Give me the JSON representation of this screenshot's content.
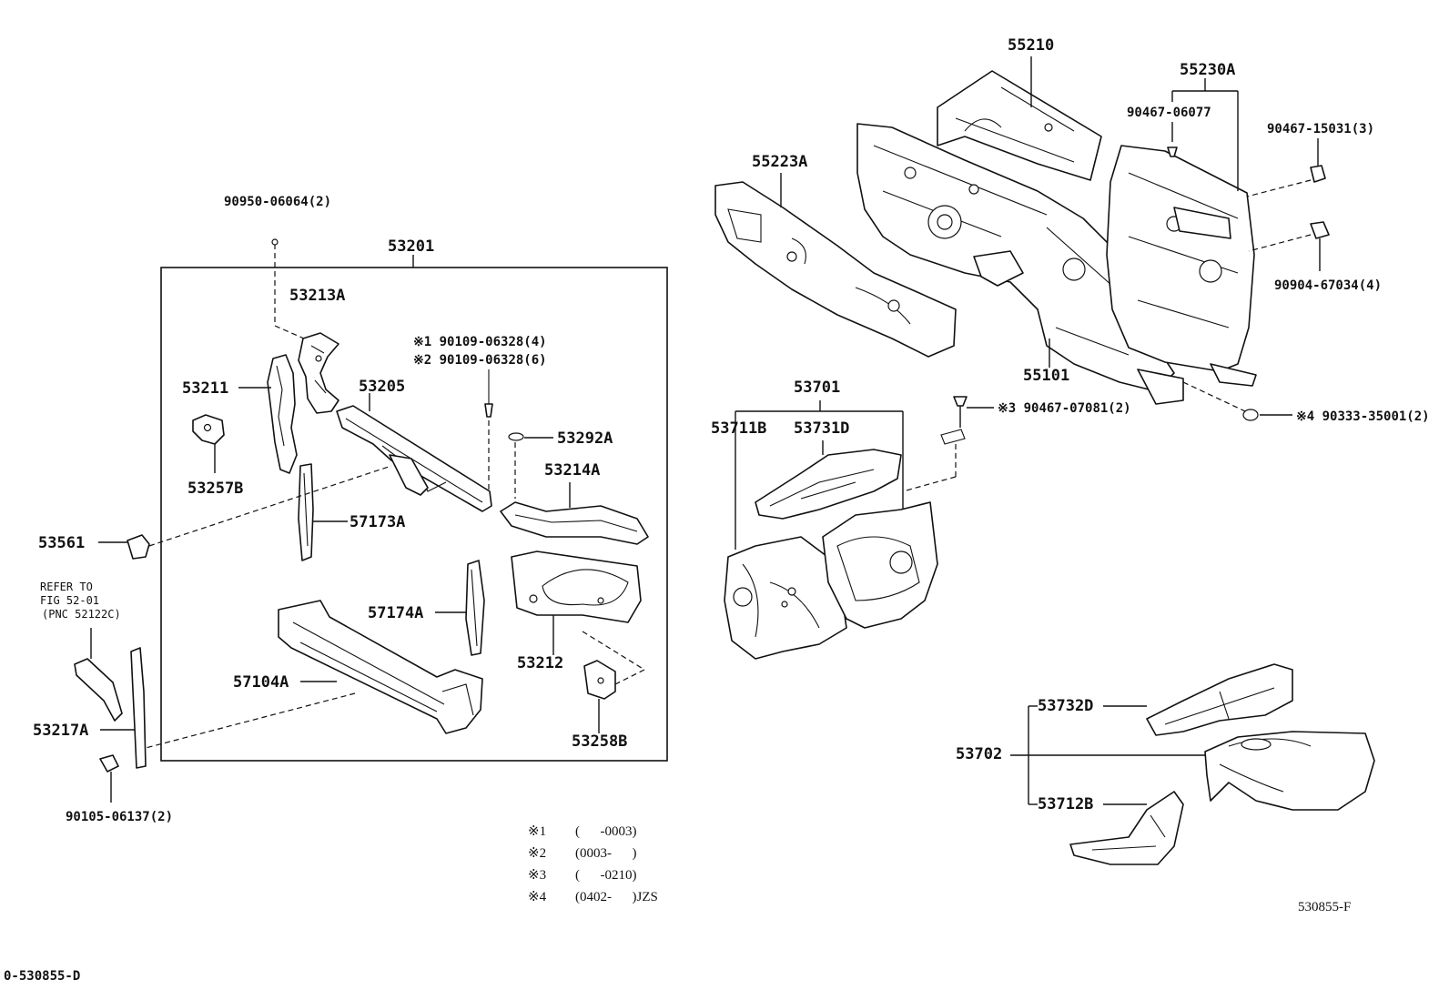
{
  "labels": {
    "p55210": "55210",
    "p55230A": "55230A",
    "p90467_06077": "90467-06077",
    "p90467_15031": "90467-15031(3)",
    "p55223A": "55223A",
    "p90904_67034": "90904-67034(4)",
    "p55101": "55101",
    "p90467_07081": "※3 90467-07081(2)",
    "p90333_35001": "※4 90333-35001(2)",
    "p53701": "53701",
    "p53711B": "53711B",
    "p53731D": "53731D",
    "p53732D": "53732D",
    "p53702": "53702",
    "p53712B": "53712B",
    "p90950_06064": "90950-06064(2)",
    "p53201": "53201",
    "p53213A": "53213A",
    "p90109_4": "※1 90109-06328(4)",
    "p90109_6": "※2 90109-06328(6)",
    "p53211": "53211",
    "p53205": "53205",
    "p53292A": "53292A",
    "p53214A": "53214A",
    "p53257B": "53257B",
    "p57173A": "57173A",
    "p53561": "53561",
    "p57174A": "57174A",
    "p53212": "53212",
    "p57104A": "57104A",
    "p53258B": "53258B",
    "p53217A": "53217A",
    "p90105_06137": "90105-06137(2)"
  },
  "refer": [
    "REFER TO",
    "FIG 52-01",
    "(PNC 52122C)"
  ],
  "notes": [
    {
      "mark": "※1",
      "range": "(      -0003)"
    },
    {
      "mark": "※2",
      "range": "(0003-      )"
    },
    {
      "mark": "※3",
      "range": "(      -0210)"
    },
    {
      "mark": "※4",
      "range": "(0402-      )JZS"
    }
  ],
  "figure_code": "530855-F",
  "diagram_code": "0-530855-D"
}
